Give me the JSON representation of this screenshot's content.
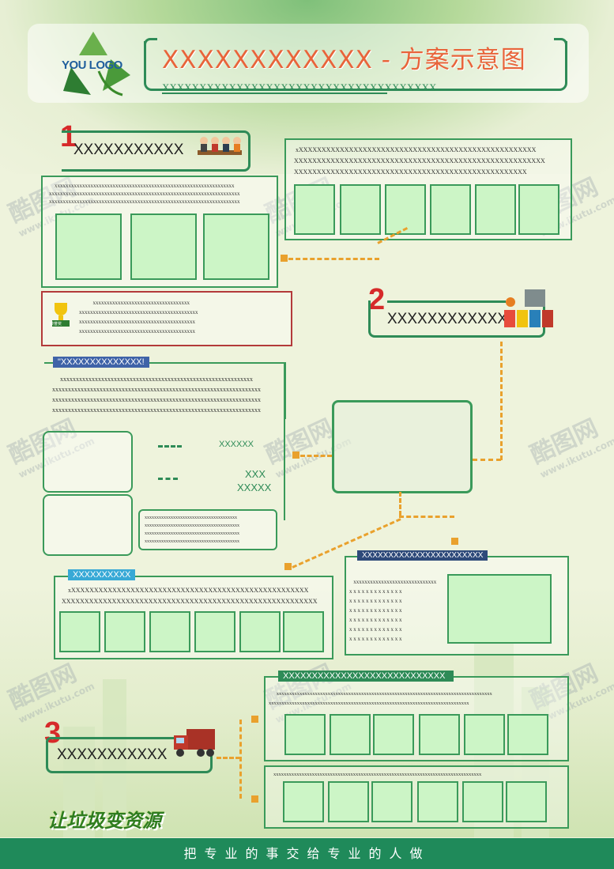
{
  "header": {
    "logo_text": "YOU LOGO",
    "title": "XXXXXXXXXXXX - 方案示意图",
    "subtitle": "XXXXXXXXXXXXXXXXXXXXXXXXXXXXXXXXXXXXX"
  },
  "colors": {
    "accent_green": "#2e8b57",
    "title_orange": "#e8643a",
    "number_red": "#d62a2a",
    "connector_orange": "#e9a12d"
  },
  "section1": {
    "number": "1",
    "label": "XXXXXXXXXXX",
    "box_a_text": "    xxxxxxxxxxxxxxxxxxxxxxxxxxxxxxxxxxxxxxxxxxxxxxxxxxxxxxxxxxxxxxxxx\nxxxxxxxxxxxxxxxxxxxxxxxxxxxxxxxxxxxxxxxxxxxxxxxxxxxxxxxxxxxxxxxxxxxxx\nxxxxxxxxxxxxxxxxxxxxxxxxxxxxxxxxxxxxxxxxxxxxxxxxxxxxxxxxxxxxxxxxxxxxx",
    "box_b_text": " xXXXXXXXXXXXXXXXXXXXXXXXXXXXXXXXXXXXXXXXXXXXXXXXXXXXX\nXXXXXXXXXXXXXXXXXXXXXXXXXXXXXXXXXXXXXXXXXXXXXXXXXXXXXXX\nXXXXXXXXXXXXXXXXXXXXXXXXXXXXXXXXXXXXXXXXXXXXXXXXXXX",
    "award_text": "          xxxxxxxxxxxxxxxxxxxxxxxxxxxxxxxxxxx\nxxxxxxxxxxxxxxxxxxxxxxxxxxxxxxxxxxxxxxxxxxx\nxxxxxxxxxxxxxxxxxxxxxxxxxxxxxxxxxxxxxxxxxx\nxxxxxxxxxxxxxxxxxxxxxxxxxxxxxxxxxxxxxxxxxx",
    "quote_tag": "\"XXXXXXXXXXXXXX!",
    "quote_text": "     xxxxxxxxxxxxxxxxxxxxxxxxxxxxxxxxxxxxxxxxxxxxxxxxxxxxxxxxxxxxx\nxxxxxxxxxxxxxxxxxxxxxxxxxxxxxxxxxxxxxxxxxxxxxxxxxxxxxxxxxxxxxxxxxx\nxxxxxxxxxxxxxxxxxxxxxxxxxxxxxxxxxxxxxxxxxxxxxxxxxxxxxxxxxxxxxxxxxx\nxxxxxxxxxxxxxxxxxxxxxxxxxxxxxxxxxxxxxxxxxxxxxxxxxxxxxxxxxxxxxxxxxx",
    "side_label_1": "XXXXXX",
    "side_label_2": "XXX",
    "side_label_3": "XXXXX",
    "small_box_text": "xxxxxxxxxxxxxxxxxxxxxxxxxxxxxxxxxxxxxxx\nxxxxxxxxxxxxxxxxxxxxxxxxxxxxxxxxxxxxxxxx\nxxxxxxxxxxxxxxxxxxxxxxxxxxxxxxxxxxxxxxxx\nxxxxxxxxxxxxxxxxxxxxxxxxxxxxxxxxxxxxxxxx",
    "blue_tag": "XXXXXXXXXX",
    "blue_text": "    xXXXXXXXXXXXXXXXXXXXXXXXXXXXXXXXXXXXXXXXXXXXXXXXXXXXX\nXXXXXXXXXXXXXXXXXXXXXXXXXXXXXXXXXXXXXXXXXXXXXXXXXXXXXXXX"
  },
  "section2": {
    "number": "2",
    "label": "XXXXXXXXXXXX",
    "tag": "XXXXXXXXXXXXXXXXXXXXXXX",
    "list_text": "   xxxxxxxxxxxxxxxxxxxxxxxxxxxxxx\nx x x x x x x x x x x x x\nx x x x x x x x x x x x x\nx x x x x x x x x x x x x\nx x x x x x x x x x x x x\nx x x x x x x x x x x x x\nx x x x x x x x x x x x x"
  },
  "section3": {
    "number": "3",
    "label": "XXXXXXXXXXX",
    "tag": "XXXXXXXXXXXXXXXXXXXXXXXXXXXX",
    "box_a_text": "      xxxxxxxxxxxxxxxxxxxxxxxxxxxxxxxxxxxxxxxxxxxxxxxxxxxxxxxxxxxxxxxxxxxxxxxxxxxxxxxxxxxx\nxxxxxxxxxxxxxxxxxxxxxxxxxxxxxxxxxxxxxxxxxxxxxxxxxxxxxxxxxxxxxxxxxxxxxxxxxxxxxx",
    "box_b_text": "xxxxxxxxxxxxxxxxxxxxxxxxxxxxxxxxxxxxxxxxxxxxxxxxxxxxxxxxxxxxxxxxxxxxxxxxxxxxxxxxx"
  },
  "slogan": "让垃圾变资源",
  "footer": "把专业的事交给专业的人做",
  "watermark_brand": "酷图网",
  "watermark_url": "www.ikutu.com",
  "award_badge": "荣誉奖"
}
